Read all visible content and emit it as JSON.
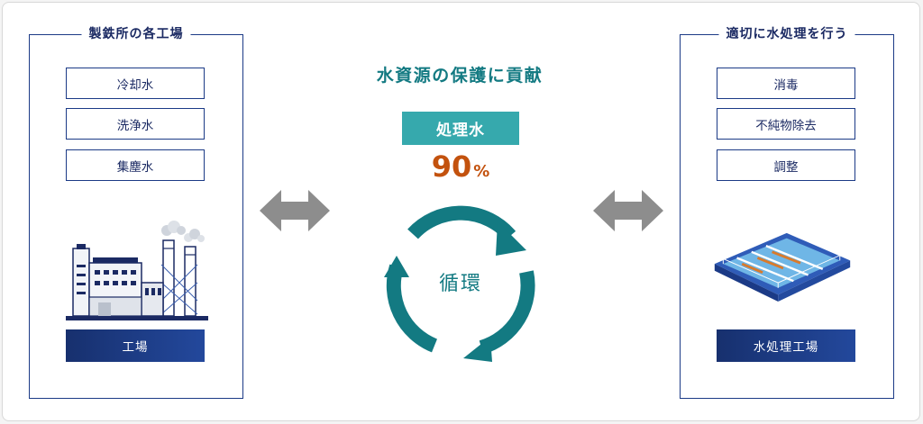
{
  "left_panel": {
    "title": "製鉄所の各工場",
    "items": [
      "冷却水",
      "洗浄水",
      "集塵水"
    ],
    "bottom_label": "工場"
  },
  "center": {
    "title": "水資源の保護に貢献",
    "badge": "処理水",
    "percent_value": "90",
    "percent_unit": "%",
    "cycle_label": "循環"
  },
  "right_panel": {
    "title": "適切に水処理を行う",
    "items": [
      "消毒",
      "不純物除去",
      "調整"
    ],
    "bottom_label": "水処理工場"
  },
  "colors": {
    "navy": "#1b3a86",
    "teal": "#137a82",
    "badge_teal": "#36a9ad",
    "orange": "#c3520e",
    "arrow_gray": "#8d8d8d"
  },
  "icons": {
    "factory": "factory-icon",
    "treatment_plant": "water-treatment-plant-icon",
    "double_arrow": "double-arrow-icon",
    "cycle": "cycle-arrows-icon"
  }
}
